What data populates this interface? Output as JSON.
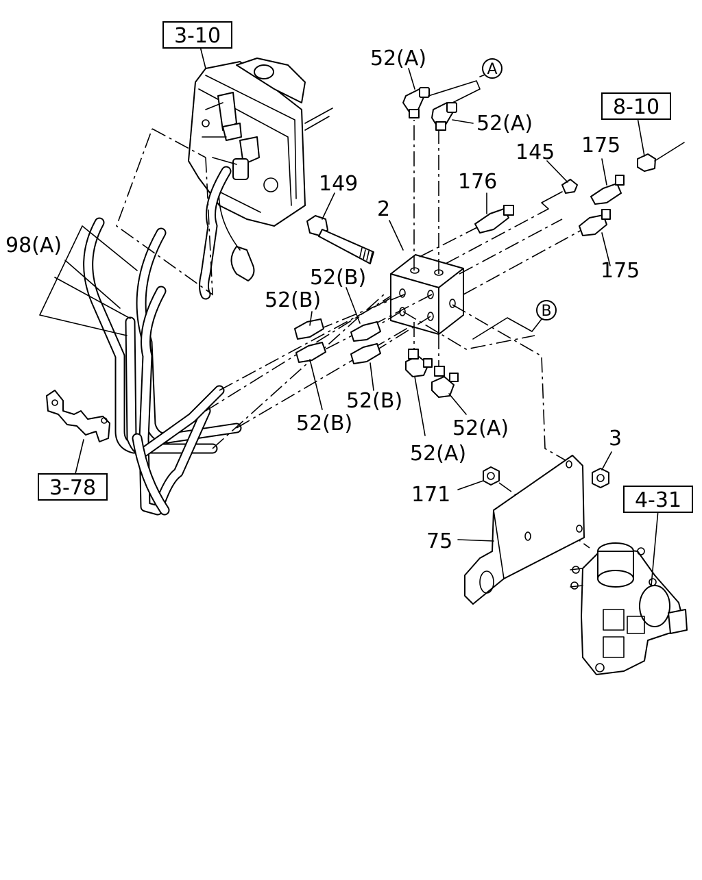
{
  "diagram": {
    "ref_boxes": [
      {
        "id": "ref-3-10",
        "text": "3-10"
      },
      {
        "id": "ref-8-10",
        "text": "8-10"
      },
      {
        "id": "ref-3-78",
        "text": "3-78"
      },
      {
        "id": "ref-4-31",
        "text": "4-31"
      }
    ],
    "callouts": [
      {
        "id": "c1",
        "text": "52(A)"
      },
      {
        "id": "c2",
        "text": "52(A)"
      },
      {
        "id": "c3",
        "text": "145"
      },
      {
        "id": "c4",
        "text": "175"
      },
      {
        "id": "c5",
        "text": "176"
      },
      {
        "id": "c6",
        "text": "149"
      },
      {
        "id": "c7",
        "text": "2"
      },
      {
        "id": "c8",
        "text": "98(A)"
      },
      {
        "id": "c9",
        "text": "52(B)"
      },
      {
        "id": "c10",
        "text": "52(B)"
      },
      {
        "id": "c11",
        "text": "175"
      },
      {
        "id": "c12",
        "text": "52(B)"
      },
      {
        "id": "c13",
        "text": "52(B)"
      },
      {
        "id": "c14",
        "text": "52(A)"
      },
      {
        "id": "c15",
        "text": "52(A)"
      },
      {
        "id": "c16",
        "text": "3"
      },
      {
        "id": "c17",
        "text": "171"
      },
      {
        "id": "c18",
        "text": "75"
      }
    ],
    "circle_markers": [
      {
        "id": "m-a",
        "text": "A"
      },
      {
        "id": "m-b",
        "text": "B"
      }
    ]
  }
}
